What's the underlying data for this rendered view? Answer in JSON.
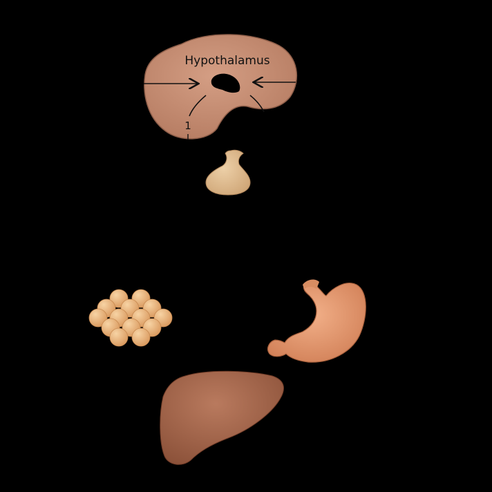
{
  "labels": {
    "hypothalamus": "Hypothalamus",
    "pathway_number": "1"
  },
  "organs": [
    {
      "name": "hypothalamus",
      "icon": "brain-region-icon"
    },
    {
      "name": "pituitary",
      "icon": "pituitary-gland-icon"
    },
    {
      "name": "fat-cells",
      "icon": "adipose-tissue-icon"
    },
    {
      "name": "stomach",
      "icon": "stomach-icon"
    },
    {
      "name": "liver",
      "icon": "liver-icon"
    }
  ],
  "colors": {
    "background": "#000000",
    "hypothalamus_fill": "#C98E72",
    "hypothalamus_stroke": "#8E5E49",
    "pituitary_fill": "#E2BE92",
    "fat_fill": "#E6B27C",
    "stomach_fill": "#E69A72",
    "liver_fill": "#A8684E",
    "ink": "#111111"
  }
}
